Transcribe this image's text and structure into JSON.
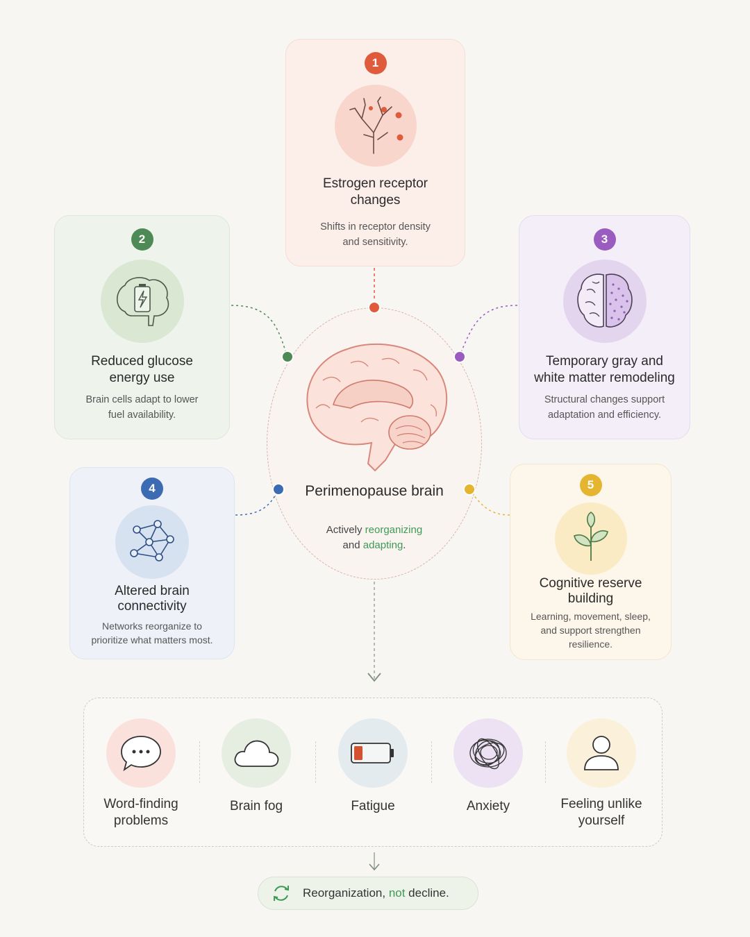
{
  "cards": [
    {
      "number": "1",
      "title": "Estrogen receptor changes",
      "desc": "Shifts in receptor density and sensitivity.",
      "icon": "neuron-receptor-icon",
      "color": "#e05a3c"
    },
    {
      "number": "2",
      "title": "Reduced glucose energy use",
      "desc": "Brain cells adapt to lower fuel availability.",
      "icon": "brain-battery-icon",
      "color": "#4e8a55"
    },
    {
      "number": "3",
      "title": "Temporary gray and white matter remodeling",
      "desc": "Structural changes support adaptation and efficiency.",
      "icon": "brain-hemispheres-icon",
      "color": "#9a5cbf"
    },
    {
      "number": "4",
      "title": "Altered brain connectivity",
      "desc": "Networks reorganize to prioritize what matters most.",
      "icon": "network-icon",
      "color": "#3d6bb3"
    },
    {
      "number": "5",
      "title": "Cognitive reserve building",
      "desc": "Learning, movement, sleep, and support strengthen resilience.",
      "icon": "sprout-icon",
      "color": "#e5b530"
    }
  ],
  "center": {
    "title": "Perimenopause brain",
    "desc_pre": "Actively ",
    "desc_hl1": "reorganizing",
    "desc_mid": "and ",
    "desc_hl2": "adapting",
    "desc_end": ".",
    "icon": "brain-sagittal-icon"
  },
  "symptoms": [
    {
      "label": "Word-finding problems",
      "icon": "speech-bubble-icon",
      "bg": "#fbe1db"
    },
    {
      "label": "Brain fog",
      "icon": "cloud-icon",
      "bg": "#e5eee1"
    },
    {
      "label": "Fatigue",
      "icon": "low-battery-icon",
      "bg": "#e3ebef"
    },
    {
      "label": "Anxiety",
      "icon": "scribble-icon",
      "bg": "#ece2f3"
    },
    {
      "label": "Feeling unlike yourself",
      "icon": "person-icon",
      "bg": "#fbf0d9"
    }
  ],
  "conclusion": {
    "pre": "Reorganization, ",
    "highlight": "not",
    "post": " decline.",
    "icon": "cycle-arrows-icon"
  },
  "colors": {
    "accent_green": "#3f9a55"
  }
}
